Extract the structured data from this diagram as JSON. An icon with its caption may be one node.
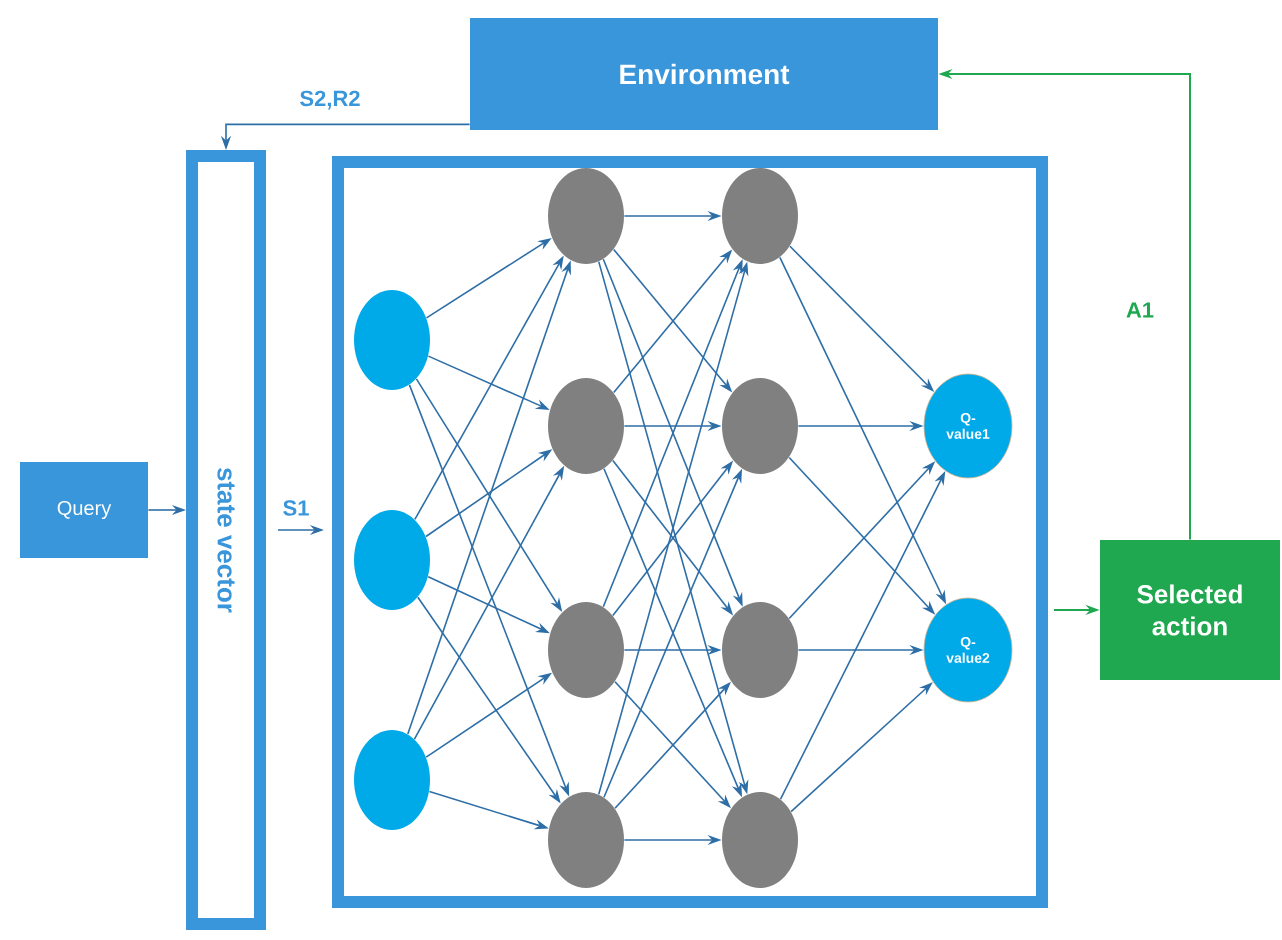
{
  "diagram": {
    "nodes": [
      {
        "text": [
          "Environment"
        ]
      },
      {
        "text": [
          "state vector"
        ]
      },
      {
        "text": [
          "Query"
        ]
      },
      {
        "text": [],
        "shape": "box"
      },
      {
        "text": [],
        "shape": "circle",
        "in": 3
      },
      {
        "text": [],
        "shape": "circle",
        "in": 3
      },
      {
        "text": [],
        "shape": "circle",
        "in": 3
      },
      {
        "text": [],
        "shape": "circle",
        "in": 3
      },
      {
        "text": [],
        "shape": "circle",
        "in": 3
      },
      {
        "text": [],
        "shape": "circle",
        "in": 3
      },
      {
        "text": [],
        "shape": "circle",
        "in": 3
      },
      {
        "text": [],
        "shape": "circle",
        "in": 3
      },
      {
        "text": [],
        "shape": "circle",
        "in": 3
      },
      {
        "text": [],
        "shape": "circle",
        "in": 3
      },
      {
        "text": [],
        "shape": "circle",
        "in": 3
      },
      {
        "text": [
          "Q-value1"
        ],
        "in": 3
      },
      {
        "text": [
          "Q-value2"
        ],
        "in": 3
      },
      {
        "text": [
          "Selected action"
        ]
      }
    ],
    "edges": [
      {
        "from": 0,
        "to": 1,
        "arrow": "to",
        "label": "S2,R2"
      },
      {
        "from": 2,
        "to": 1,
        "arrow": "to"
      },
      {
        "from": 1,
        "to": 3,
        "arrow": "to",
        "label": "S1"
      },
      {
        "from": 3,
        "to": 17,
        "arrow": "to",
        "color": "#1fa84f"
      },
      {
        "from": 17,
        "to": 0,
        "arrow": "to",
        "label": "A1",
        "color": "#1fa84f"
      },
      {
        "from": 4,
        "to": 7,
        "arrow": "to"
      },
      {
        "from": 4,
        "to": 8,
        "arrow": "to"
      },
      {
        "from": 4,
        "to": 9,
        "arrow": "to"
      },
      {
        "from": 4,
        "to": 10,
        "arrow": "to"
      },
      {
        "from": 5,
        "to": 7,
        "arrow": "to"
      },
      {
        "from": 5,
        "to": 8,
        "arrow": "to"
      },
      {
        "from": 5,
        "to": 9,
        "arrow": "to"
      },
      {
        "from": 5,
        "to": 10,
        "arrow": "to"
      },
      {
        "from": 6,
        "to": 7,
        "arrow": "to"
      },
      {
        "from": 6,
        "to": 8,
        "arrow": "to"
      },
      {
        "from": 6,
        "to": 9,
        "arrow": "to"
      },
      {
        "from": 6,
        "to": 10,
        "arrow": "to"
      },
      {
        "from": 7,
        "to": 11,
        "arrow": "to"
      },
      {
        "from": 7,
        "to": 12,
        "arrow": "to"
      },
      {
        "from": 7,
        "to": 13,
        "arrow": "to"
      },
      {
        "from": 7,
        "to": 14,
        "arrow": "to"
      },
      {
        "from": 8,
        "to": 11,
        "arrow": "to"
      },
      {
        "from": 8,
        "to": 12,
        "arrow": "to"
      },
      {
        "from": 8,
        "to": 13,
        "arrow": "to"
      },
      {
        "from": 8,
        "to": 14,
        "arrow": "to"
      },
      {
        "from": 9,
        "to": 11,
        "arrow": "to"
      },
      {
        "from": 9,
        "to": 12,
        "arrow": "to"
      },
      {
        "from": 9,
        "to": 13,
        "arrow": "to"
      },
      {
        "from": 9,
        "to": 14,
        "arrow": "to"
      },
      {
        "from": 10,
        "to": 11,
        "arrow": "to"
      },
      {
        "from": 10,
        "to": 12,
        "arrow": "to"
      },
      {
        "from": 10,
        "to": 13,
        "arrow": "to"
      },
      {
        "from": 10,
        "to": 14,
        "arrow": "to"
      },
      {
        "from": 11,
        "to": 15,
        "arrow": "to"
      },
      {
        "from": 11,
        "to": 16,
        "arrow": "to"
      },
      {
        "from": 12,
        "to": 15,
        "arrow": "to"
      },
      {
        "from": 12,
        "to": 16,
        "arrow": "to"
      },
      {
        "from": 13,
        "to": 15,
        "arrow": "to"
      },
      {
        "from": 13,
        "to": 16,
        "arrow": "to"
      },
      {
        "from": 14,
        "to": 15,
        "arrow": "to"
      },
      {
        "from": 14,
        "to": 16,
        "arrow": "to"
      }
    ]
  }
}
